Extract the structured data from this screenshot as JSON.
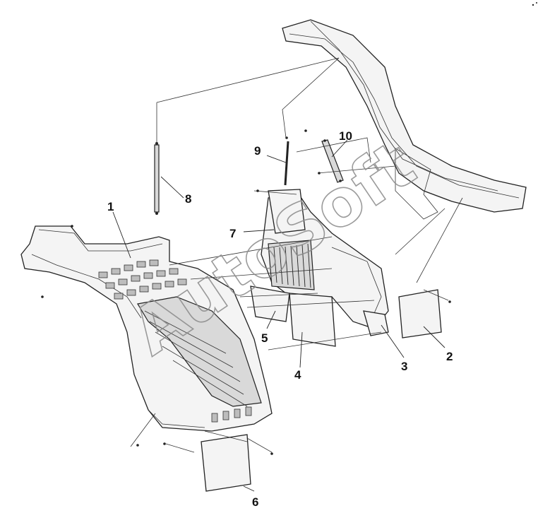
{
  "diagram": {
    "watermark": "AutoSoft",
    "callouts": [
      {
        "id": "1",
        "text": "1"
      },
      {
        "id": "2",
        "text": "2"
      },
      {
        "id": "3",
        "text": "3"
      },
      {
        "id": "4",
        "text": "4"
      },
      {
        "id": "5",
        "text": "5"
      },
      {
        "id": "6",
        "text": "6"
      },
      {
        "id": "7",
        "text": "7"
      },
      {
        "id": "8",
        "text": "8"
      },
      {
        "id": "9",
        "text": "9"
      },
      {
        "id": "10",
        "text": "10"
      }
    ]
  }
}
